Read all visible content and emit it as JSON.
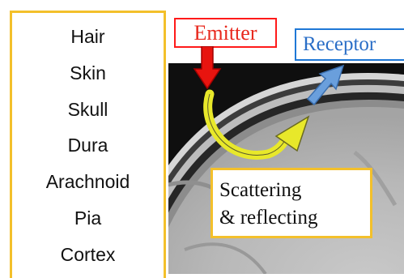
{
  "layers": [
    "Hair",
    "Skin",
    "Skull",
    "Dura",
    "Arachnoid",
    "Pia",
    "Cortex"
  ],
  "emitter_label": "Emitter",
  "receptor_label": "Receptor",
  "caption": {
    "line1": "Scattering",
    "line2": "& reflecting"
  },
  "colors": {
    "panel_border": "#f3c02b",
    "emitter": "#e8281d",
    "receptor": "#2a6ec7",
    "scatter_arrow": "#d8d800"
  },
  "icons": [
    "emitter-arrow-icon",
    "receptor-arrow-icon",
    "scatter-arrow-icon"
  ]
}
